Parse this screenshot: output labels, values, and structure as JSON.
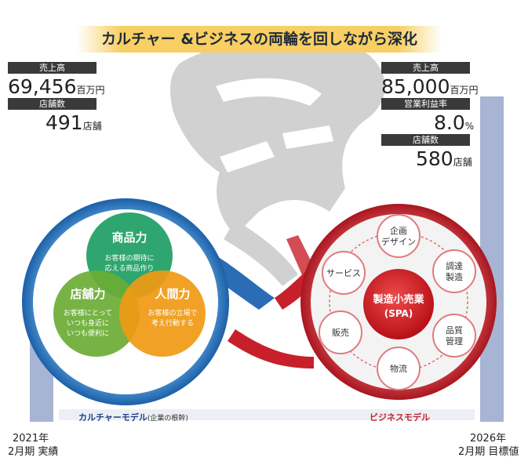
{
  "title": "カルチャー &ビジネスの両輪を回しながら深化",
  "left": {
    "sales_label": "売上高",
    "sales_value": "69,456",
    "sales_unit": "百万円",
    "stores_label": "店舗数",
    "stores_value": "491",
    "stores_unit": "店舗",
    "year": "2021年",
    "period": "2月期 実績"
  },
  "right": {
    "sales_label": "売上高",
    "sales_value": "85,000",
    "sales_unit": "百万円",
    "margin_label": "営業利益率",
    "margin_value": "8.0",
    "margin_unit": "%",
    "stores_label": "店舗数",
    "stores_value": "580",
    "stores_unit": "店舗",
    "year": "2026年",
    "period": "2月期 目標値"
  },
  "culture": {
    "model_label": "カルチャーモデル",
    "model_sub": "(企業の根幹)",
    "product": {
      "title": "商品力",
      "line1": "お客様の期待に",
      "line2": "応える商品作り"
    },
    "store": {
      "title": "店舗力",
      "line1": "お客様にとって",
      "line2": "いつも身近に",
      "line3": "いつも便利に"
    },
    "people": {
      "title": "人間力",
      "line1": "お客様の立場で",
      "line2": "考え行動する"
    }
  },
  "business": {
    "model_label": "ビジネスモデル",
    "center_line1": "製造小売業",
    "center_line2": "(SPA)",
    "nodes": {
      "design_1": "企画",
      "design_2": "デザイン",
      "procure_1": "調達",
      "procure_2": "製造",
      "quality_1": "品質",
      "quality_2": "管理",
      "logistics": "物流",
      "sales": "販売",
      "service": "サービス"
    }
  },
  "colors": {
    "blue": "#1f6fb7",
    "red": "#c8202a",
    "bar": "#a7b4d3",
    "banner": "#f7cf63"
  }
}
